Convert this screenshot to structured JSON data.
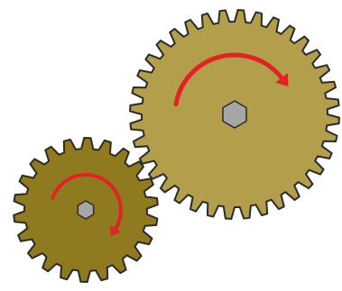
{
  "diagram": {
    "gears": [
      {
        "name": "large-gear",
        "teeth": 36,
        "fill": "#b39e4b",
        "rotation_direction": "clockwise"
      },
      {
        "name": "small-gear",
        "teeth": 22,
        "fill": "#8f7a1f",
        "rotation_direction": "clockwise"
      }
    ],
    "colors": {
      "outline": "#2b2b2b",
      "axle_fill": "#a6a6a6",
      "arrow": "#e02424",
      "background": "#ffffff"
    },
    "icons": [
      "gear-icon",
      "hexagon-axle-icon",
      "curved-arrow-icon"
    ]
  }
}
